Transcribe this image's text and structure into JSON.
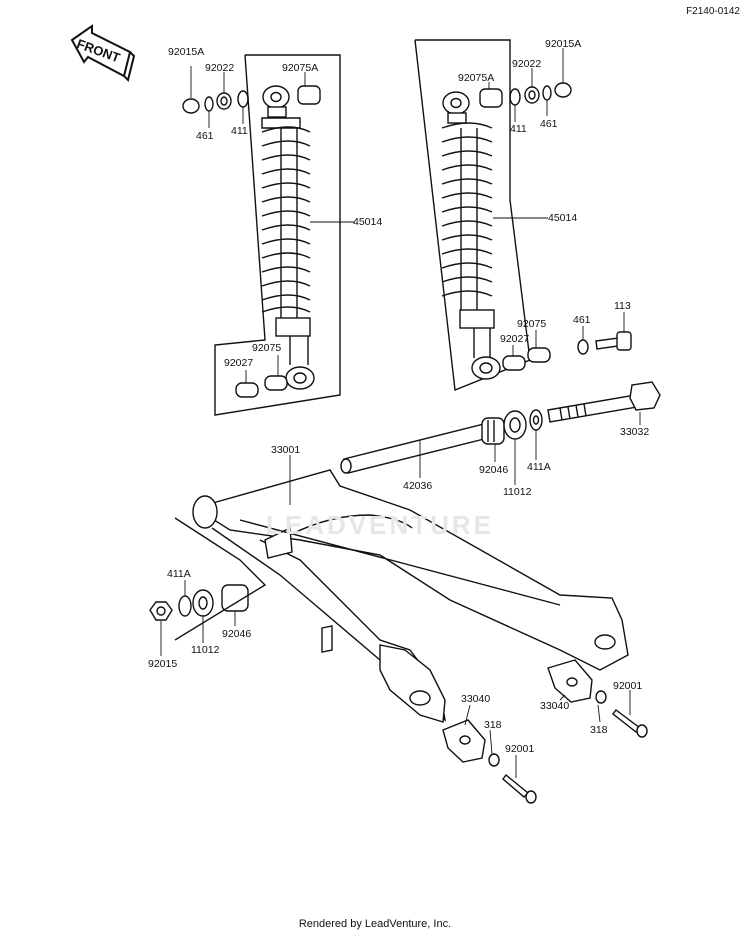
{
  "ref_code": "F2140-0142",
  "front_label": "FRONT",
  "footer": "Rendered by LeadVenture, Inc.",
  "labels": {
    "l_92015A_left": "92015A",
    "l_92022_left": "92022",
    "l_92075A_left": "92075A",
    "l_461_left": "461",
    "l_411_left": "411",
    "l_45014_left": "45014",
    "l_92075_left": "92075",
    "l_92027_left": "92027",
    "l_92075A_right": "92075A",
    "l_92022_right": "92022",
    "l_92015A_right": "92015A",
    "l_411_right": "411",
    "l_461_right_top": "461",
    "l_45014_right": "45014",
    "l_113": "113",
    "l_92075_right": "92075",
    "l_461_right": "461",
    "l_92027_right": "92027",
    "l_33032": "33032",
    "l_33001": "33001",
    "l_42036": "42036",
    "l_92046_right": "92046",
    "l_411A_right": "411A",
    "l_11012_right": "11012",
    "l_411A_left": "411A",
    "l_92046_left": "92046",
    "l_11012_left": "11012",
    "l_92015": "92015",
    "l_33040_center": "33040",
    "l_318_center": "318",
    "l_92001_center": "92001",
    "l_33040_right": "33040",
    "l_92001_right": "92001",
    "l_318_right": "318"
  }
}
